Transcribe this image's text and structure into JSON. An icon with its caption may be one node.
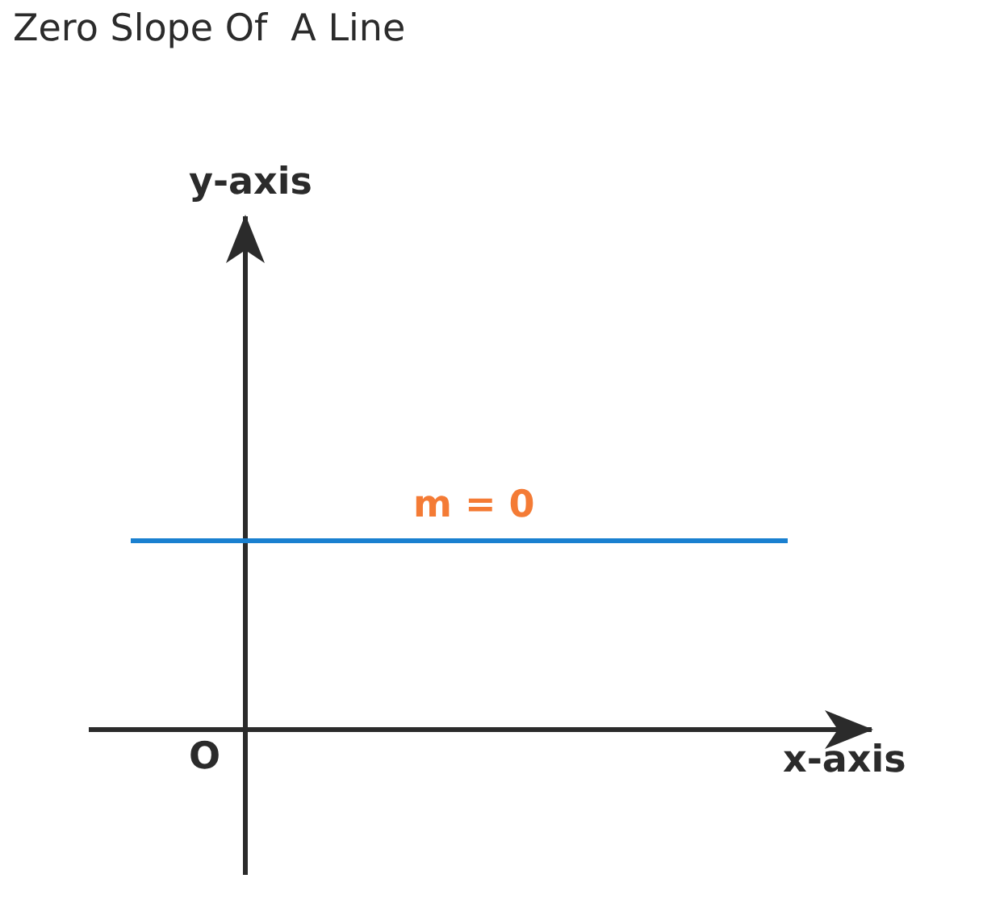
{
  "diagram": {
    "title": "Zero Slope Of  A Line",
    "labels": [
      "y-axis",
      "m = 0",
      "O",
      "x-axis"
    ]
  }
}
